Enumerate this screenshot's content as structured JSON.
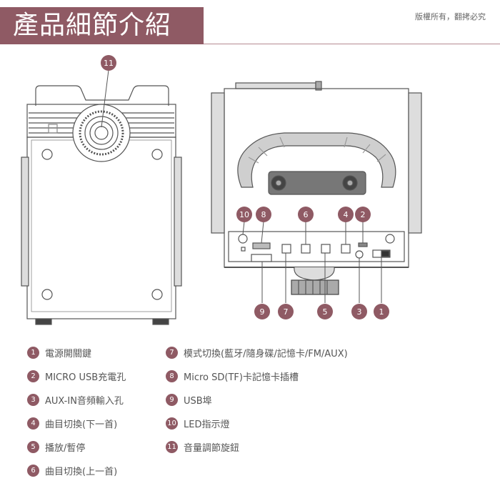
{
  "header": {
    "title": "產品細節介紹",
    "copyright": "版權所有，翻拷必究"
  },
  "colors": {
    "accent": "#8f5a64",
    "line": "#555555"
  },
  "callouts": {
    "front_knob": "11",
    "top_row": [
      "10",
      "8",
      "6",
      "4",
      "2"
    ],
    "bottom_row": [
      "9",
      "7",
      "5",
      "3",
      "1"
    ]
  },
  "legend": [
    {
      "num": "1",
      "label": "電源開關鍵"
    },
    {
      "num": "2",
      "label": "MICRO USB充電孔"
    },
    {
      "num": "3",
      "label": "AUX-IN音頻輸入孔"
    },
    {
      "num": "4",
      "label": "曲目切換(下一首)"
    },
    {
      "num": "5",
      "label": "播放/暫停"
    },
    {
      "num": "6",
      "label": "曲目切換(上一首)"
    },
    {
      "num": "7",
      "label": "模式切換(藍牙/隨身碟/記憶卡/FM/AUX)"
    },
    {
      "num": "8",
      "label": "Micro SD(TF)卡記憶卡插槽"
    },
    {
      "num": "9",
      "label": "USB埠"
    },
    {
      "num": "10",
      "label": "LED指示燈"
    },
    {
      "num": "11",
      "label": "音量調節旋鈕"
    }
  ]
}
